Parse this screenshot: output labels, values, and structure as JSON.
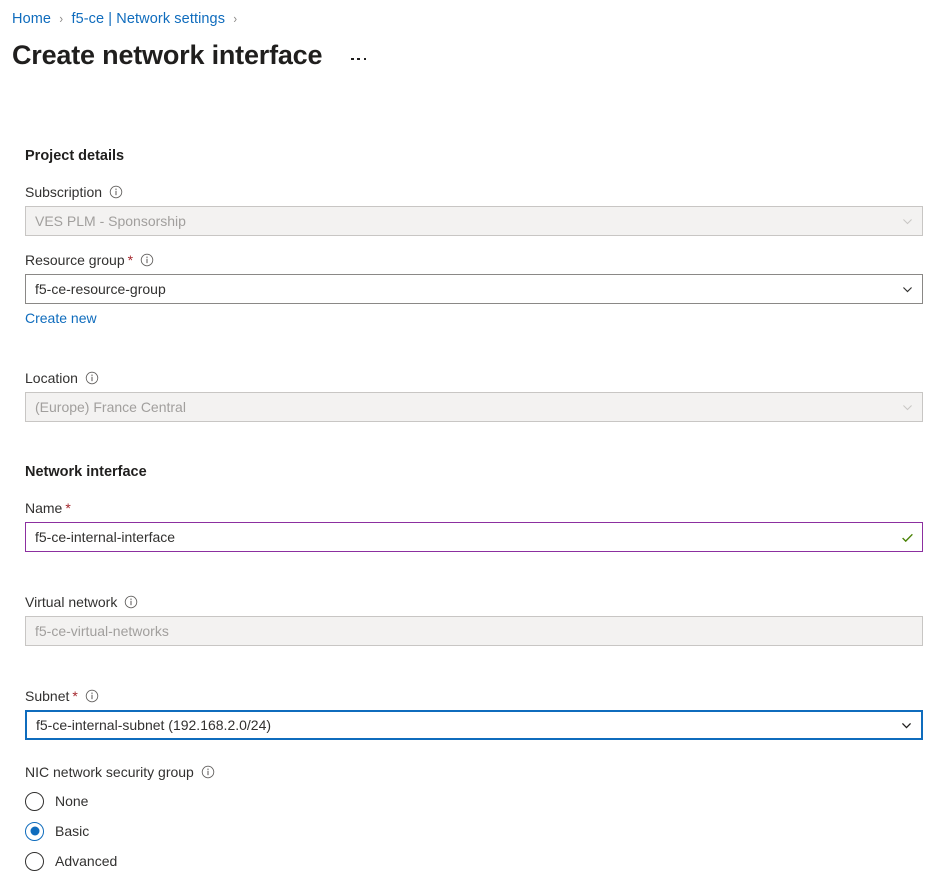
{
  "breadcrumb": {
    "items": [
      {
        "label": "Home"
      },
      {
        "label": "f5-ce | Network settings"
      }
    ],
    "separator": "›"
  },
  "header": {
    "title": "Create network interface",
    "more_actions_label": "More actions"
  },
  "form": {
    "project_details": {
      "heading": "Project details",
      "subscription": {
        "label": "Subscription",
        "value": "VES PLM - Sponsorship",
        "info_icon": "info-icon",
        "chevron_icon": "chevron-down-icon",
        "disabled": true,
        "required": false
      },
      "resource_group": {
        "label": "Resource group",
        "value": "f5-ce-resource-group",
        "info_icon": "info-icon",
        "chevron_icon": "chevron-down-icon",
        "disabled": false,
        "required": true,
        "create_new_label": "Create new"
      },
      "location": {
        "label": "Location",
        "value": "(Europe) France Central",
        "info_icon": "info-icon",
        "chevron_icon": "chevron-down-icon",
        "disabled": true,
        "required": false
      }
    },
    "network_interface": {
      "heading": "Network interface",
      "name": {
        "label": "Name",
        "value": "f5-ce-internal-interface",
        "required": true,
        "valid_icon": "checkmark-icon"
      },
      "virtual_network": {
        "label": "Virtual network",
        "value": "f5-ce-virtual-networks",
        "info_icon": "info-icon",
        "disabled": true,
        "required": false
      },
      "subnet": {
        "label": "Subnet",
        "value": "f5-ce-internal-subnet (192.168.2.0/24)",
        "info_icon": "info-icon",
        "chevron_icon": "chevron-down-icon",
        "required": true,
        "focused": true
      },
      "nic_nsg": {
        "label": "NIC network security group",
        "info_icon": "info-icon",
        "options": [
          {
            "label": "None",
            "selected": false
          },
          {
            "label": "Basic",
            "selected": true
          },
          {
            "label": "Advanced",
            "selected": false
          }
        ]
      }
    }
  },
  "colors": {
    "link": "#0f6cbd",
    "required_star": "#a4262c",
    "valid_border": "#8c2fa0",
    "focus_border": "#0f6cbd",
    "check_green": "#498205",
    "disabled_bg": "#f3f2f1"
  },
  "symbols": {
    "required_star": "*"
  }
}
